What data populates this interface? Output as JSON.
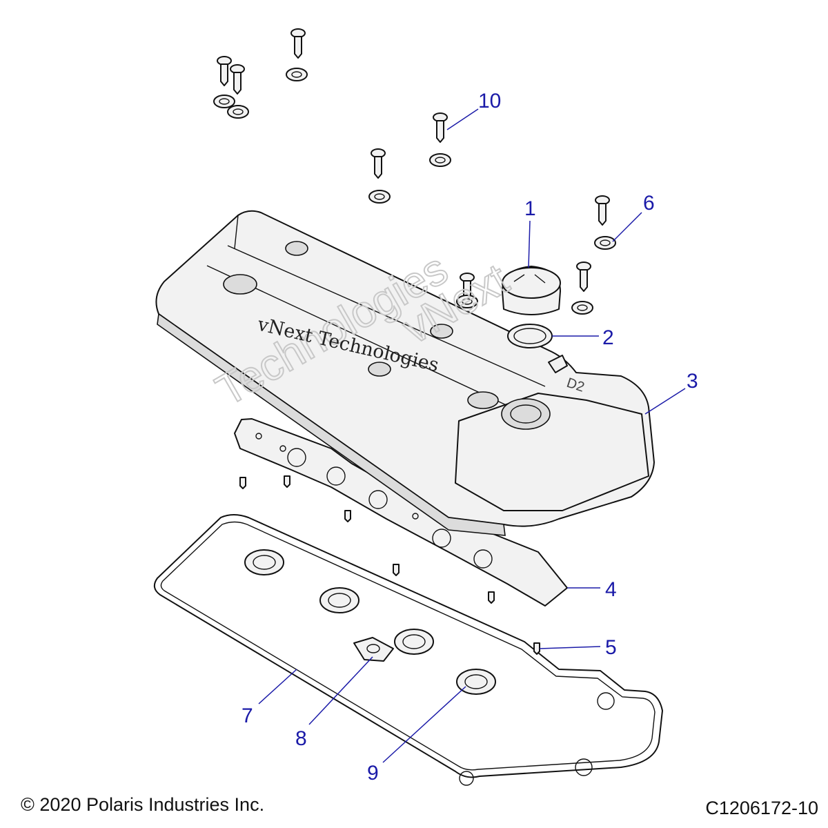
{
  "callouts": {
    "c1": "1",
    "c2": "2",
    "c3": "3",
    "c4": "4",
    "c5": "5",
    "c6": "6",
    "c7": "7",
    "c8": "8",
    "c9": "9",
    "c10": "10"
  },
  "watermark": {
    "line1": "vNext Technologies",
    "line2": "vNext",
    "line3": "Technologies"
  },
  "footer": {
    "copyright": "© 2020 Polaris Industries Inc.",
    "diagram_id": "C1206172-10"
  },
  "colors": {
    "callout": "#1a1aa8",
    "line": "#111111"
  }
}
